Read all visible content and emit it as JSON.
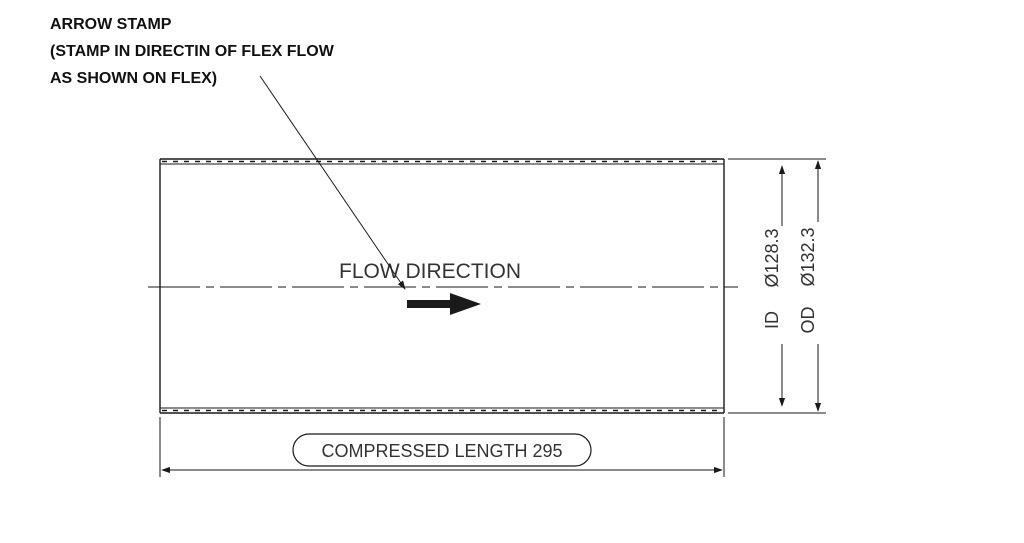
{
  "note": {
    "line1": "ARROW STAMP",
    "line2": "(STAMP IN DIRECTIN OF FLEX FLOW",
    "line3": "AS SHOWN ON FLEX)"
  },
  "flow_label": "FLOW DIRECTION",
  "length_label": "COMPRESSED LENGTH 295",
  "id_label": "ID",
  "id_value": "Ø128.3",
  "od_label": "OD",
  "od_value": "Ø132.3",
  "colors": {
    "line": "#1a1a1a",
    "text": "#333333",
    "arrow": "#1a1a1a"
  }
}
